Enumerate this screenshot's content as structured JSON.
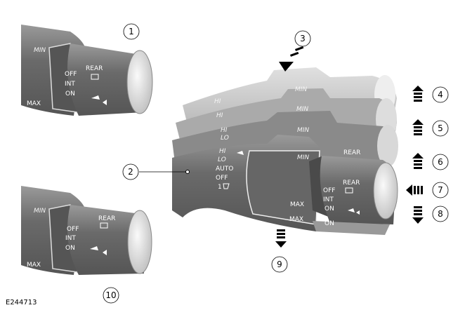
{
  "figure_id": "E244713",
  "callouts": [
    "1",
    "2",
    "3",
    "4",
    "5",
    "6",
    "7",
    "8",
    "9",
    "10"
  ],
  "rear_stalk": {
    "min": "MIN",
    "max": "MAX",
    "off": "OFF",
    "int": "INT",
    "on": "ON",
    "rear": "REAR"
  },
  "main_stalk": {
    "hi": "HI",
    "lo": "LO",
    "auto": "AUTO",
    "off": "OFF",
    "single": "1",
    "min": "MIN",
    "max": "MAX",
    "rear_off": "OFF",
    "rear_int": "INT",
    "rear_on": "ON",
    "rear": "REAR"
  },
  "colors": {
    "stalk": "#6e6e6e",
    "ghost": "#bdbdbd",
    "cap": "#e6e6e6"
  }
}
